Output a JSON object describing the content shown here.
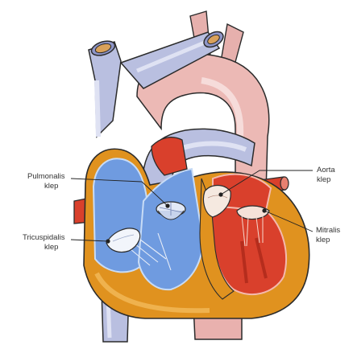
{
  "labels": {
    "pulmonalis": {
      "line1": "Pulmonalis",
      "line2": "klep"
    },
    "tricuspidalis": {
      "line1": "Tricuspidalis",
      "line2": "klep"
    },
    "aorta": {
      "line1": "Aorta",
      "line2": "klep"
    },
    "mitralis": {
      "line1": "Mitralis",
      "line2": "klep"
    }
  },
  "colors": {
    "deoxygenated_blue": "#6f9be0",
    "vein_lavender": "#b9bfe0",
    "oxygenated_red": "#d9402c",
    "aorta_pink": "#e9b1ae",
    "myocardium_orange": "#df8f1f",
    "valve_white": "#eef2fa",
    "outline": "#2b2b2b"
  }
}
